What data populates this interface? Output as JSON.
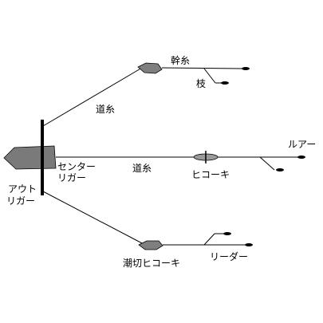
{
  "labels": {
    "mikiito": "幹糸",
    "eda": "枝",
    "michiito_upper": "道糸",
    "michiito_center": "道糸",
    "center_rigger_line1": "センター",
    "center_rigger_line2": "リガー",
    "outrigger_line1": "アウト",
    "outrigger_line2": "リガー",
    "hikoki": "ヒコーキ",
    "lure": "ルアー",
    "shiokiri_hikoki": "潮切ヒコーキ",
    "leader": "リーダー"
  },
  "colors": {
    "line": "#000000",
    "hull": "#7a7a7a",
    "float_fill": "#9a9a9a",
    "plane_fill": "#7f7f7f",
    "background": "#ffffff"
  },
  "icons": [
    "boat-hull-icon",
    "outrigger-pole-icon",
    "plane-icon",
    "float-icon",
    "lure-icon"
  ]
}
